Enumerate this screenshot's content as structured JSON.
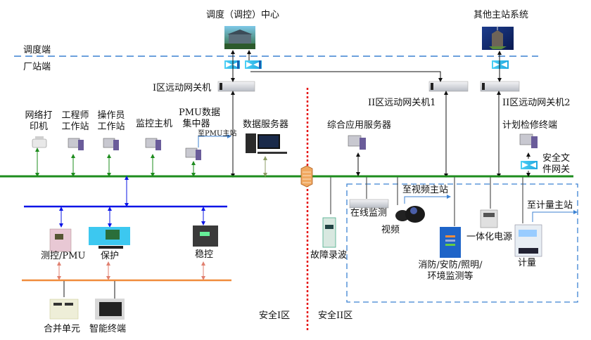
{
  "zones": {
    "dispatch_side": "调度端",
    "station_side": "厂站端",
    "security_zone_1": "安全I区",
    "security_zone_2": "安全II区"
  },
  "master_stations": {
    "dispatch_center": "调度（调控）中心",
    "other_master": "其他主站系统"
  },
  "gateways": {
    "zone1_gateway": "I区远动网关机",
    "zone2_gateway_1": "II区远动网关机1",
    "zone2_gateway_2": "II区远动网关机2"
  },
  "zone1_station_layer": {
    "network_printer": [
      "网络打",
      "印机"
    ],
    "engineer_workstation": [
      "工程师",
      "工作站"
    ],
    "operator_workstation": [
      "操作员",
      "工作站"
    ],
    "monitor_host": "监控主机",
    "pmu_concentrator": [
      "PMU数据",
      "集中器"
    ],
    "pmu_uplink": "至PMU主站",
    "data_server": "数据服务器"
  },
  "zone1_bay_layer": {
    "measure_control_pmu": "测控/PMU",
    "protection": "保护",
    "stability_control": "稳控"
  },
  "zone1_process_layer": {
    "merging_unit": "合并单元",
    "intelligent_terminal": "智能终端"
  },
  "zone2": {
    "integrated_app_server": "综合应用服务器",
    "maintenance_terminal": "计划检修终端",
    "secure_file_gateway": [
      "安全文",
      "件网关"
    ],
    "fault_recorder": "故障录波",
    "online_monitoring": "在线监测",
    "video": "视频",
    "video_uplink": "至视频主站",
    "fire_security_env": [
      "消防/安防/照明/",
      "环境监测等"
    ],
    "integrated_power": "一体化电源",
    "metering": "计量",
    "metering_uplink": "至计量主站"
  },
  "colors": {
    "station_bus": "#1e8c1e",
    "bay_bus": "#0a14e6",
    "process_bus": "#f08c3c",
    "dispatch_boundary": "#3c82d2",
    "zone_divider": "#e61414",
    "uplink_arrow": "#3c82d2",
    "process_link": "#e08070",
    "data_server_link": "#8c9c64"
  }
}
